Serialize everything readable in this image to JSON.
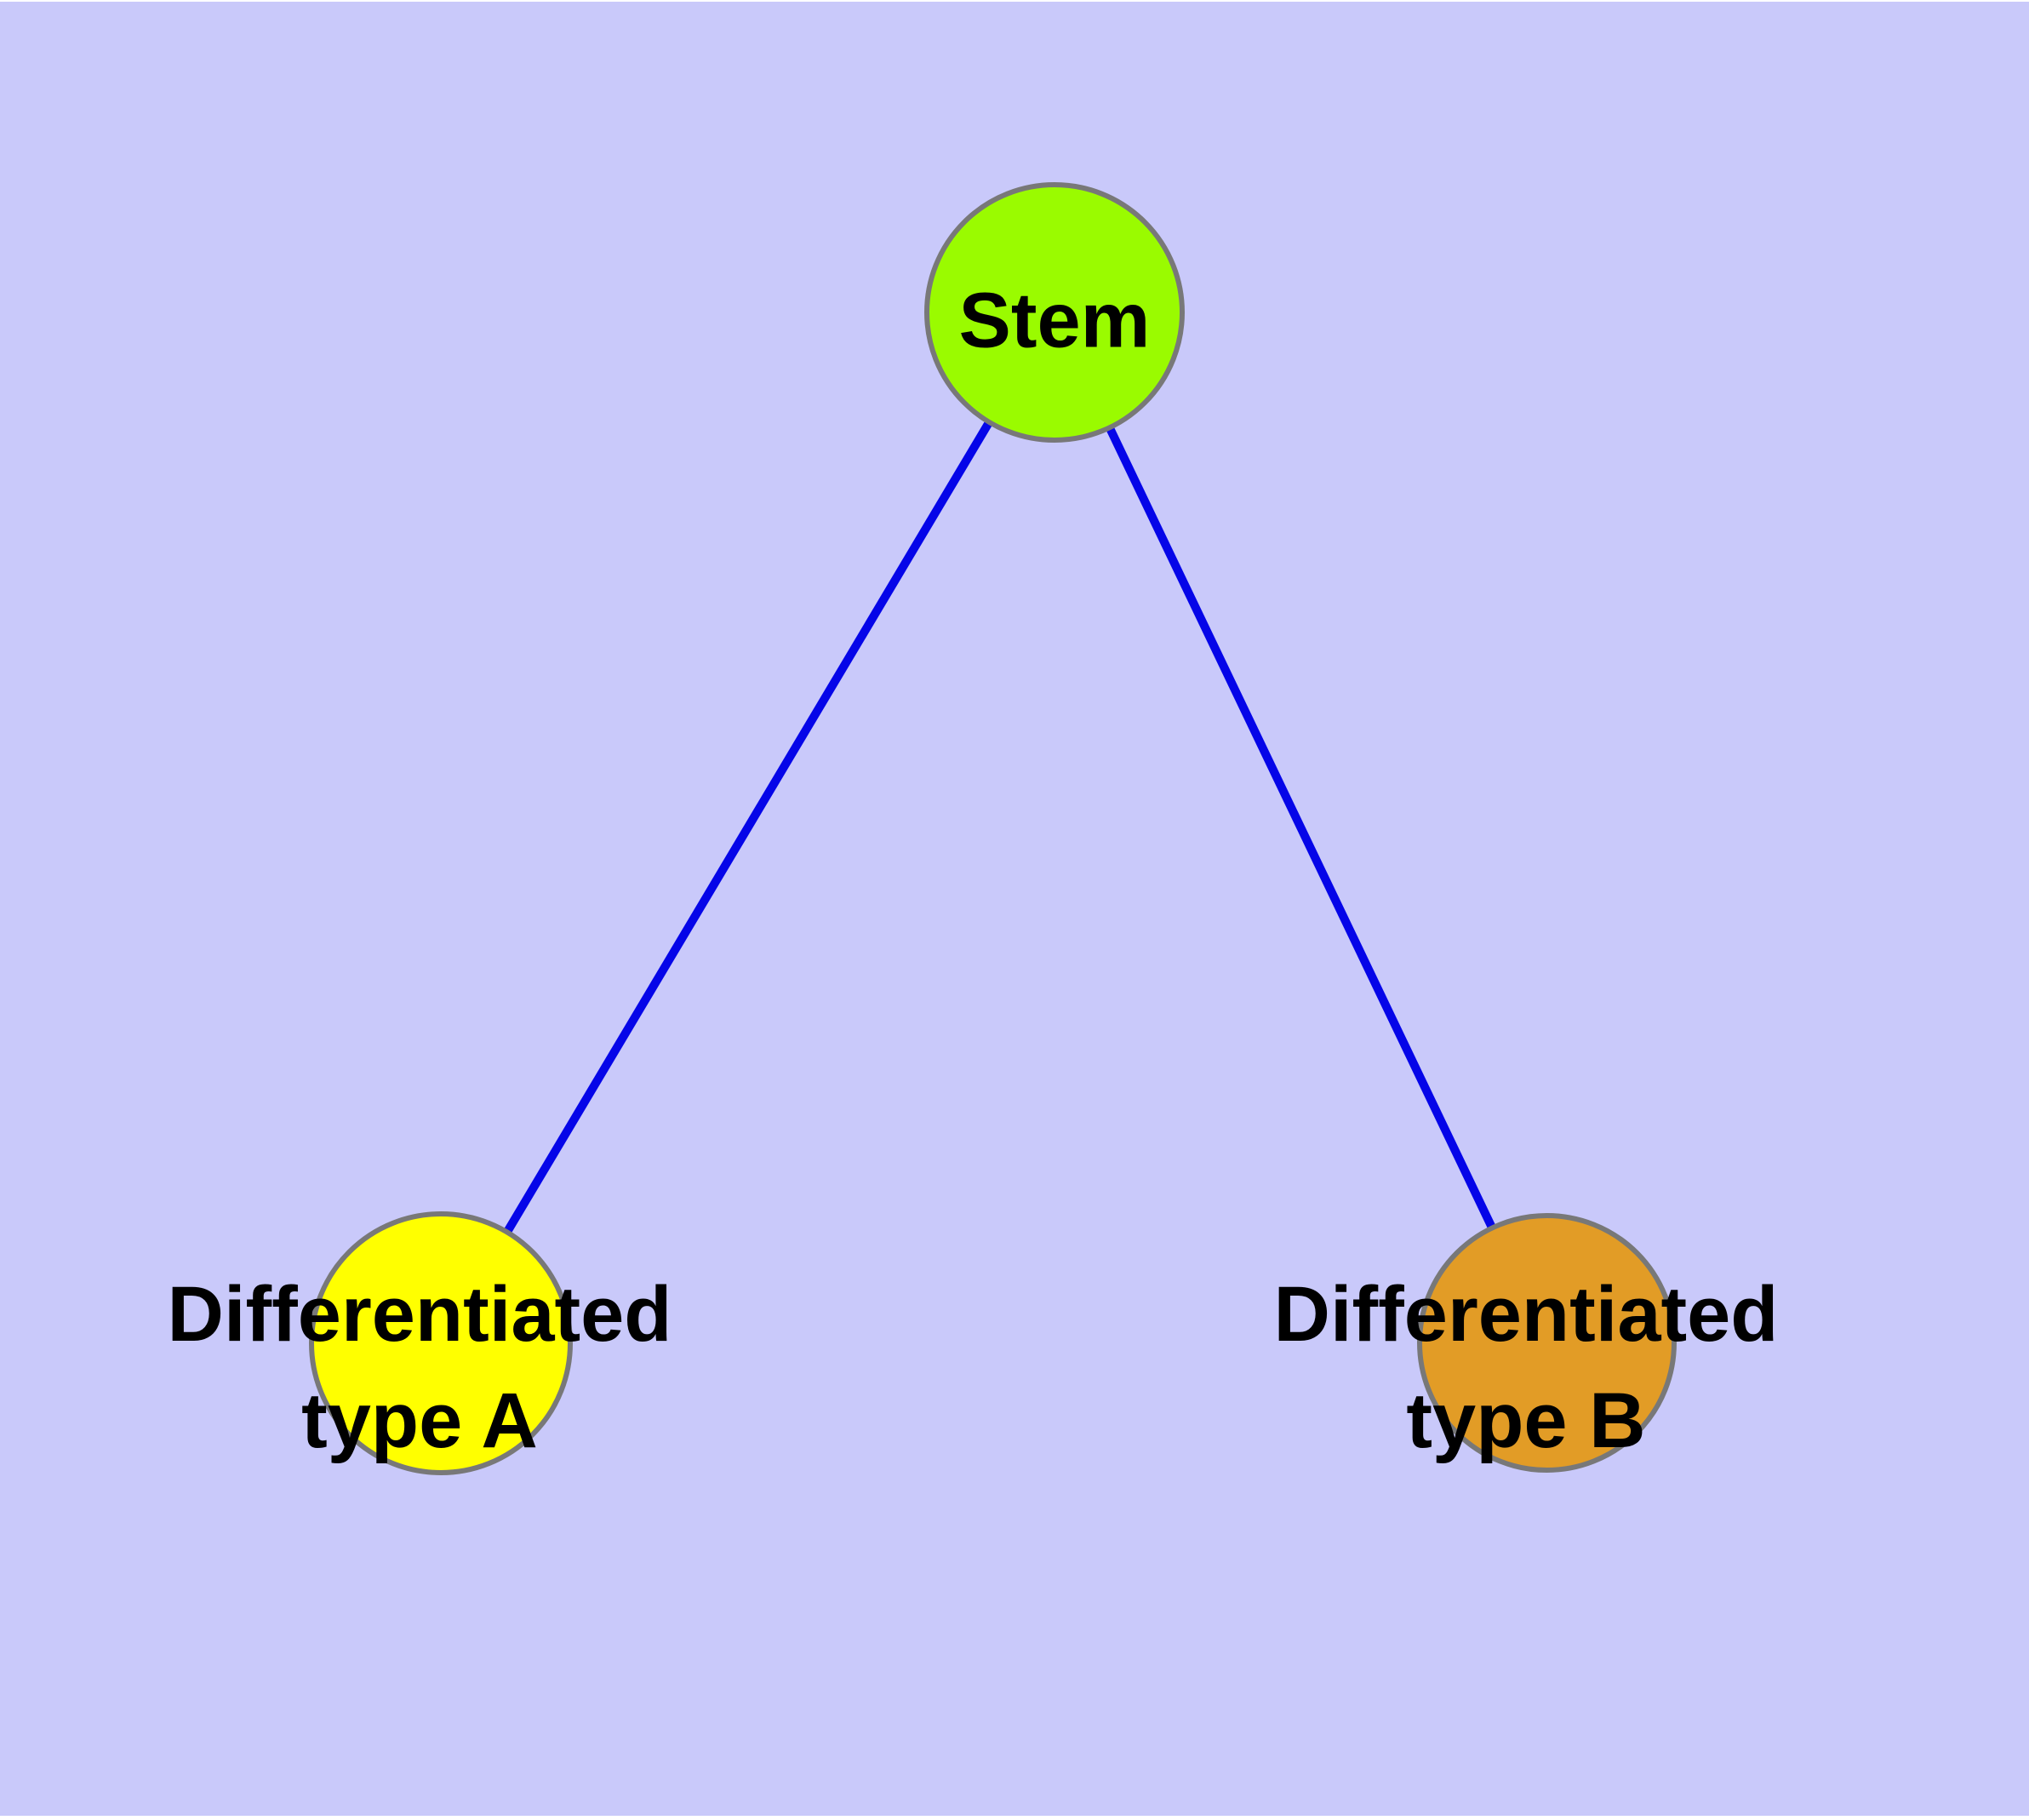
{
  "diagram": {
    "nodes": [
      {
        "id": "stem",
        "label_lines": [
          "Stem"
        ],
        "fill": "#9AFB00"
      },
      {
        "id": "type-a",
        "label_lines": [
          "Differentiated",
          "type A"
        ],
        "fill": "#FFFF00"
      },
      {
        "id": "type-b",
        "label_lines": [
          "Differentiated",
          "type B"
        ],
        "fill": "#E29C26"
      }
    ],
    "edges": [
      {
        "from": "stem",
        "to": "type-a"
      },
      {
        "from": "stem",
        "to": "type-b"
      }
    ],
    "colors": {
      "background": "#C9C9FA",
      "edge": "#0505E8",
      "node_border": "#787878",
      "label_text": "#000000",
      "page_border": "#FFFFFF"
    }
  }
}
